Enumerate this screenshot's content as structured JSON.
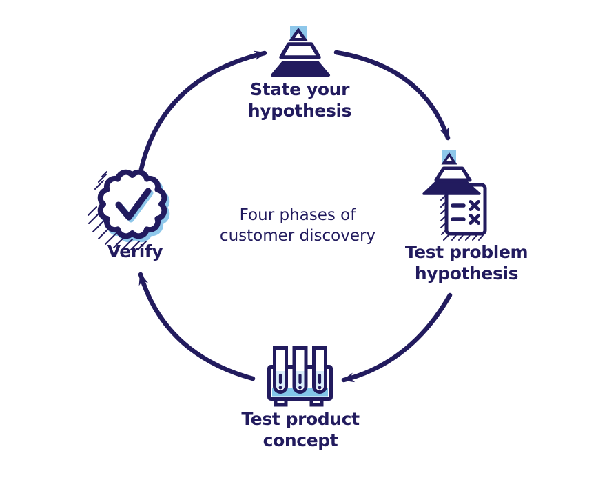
{
  "diagram": {
    "center_text": {
      "line1": "Four phases of",
      "line2": "customer discovery"
    },
    "phases": [
      {
        "name": "state-hypothesis",
        "label": {
          "line1": "State your",
          "line2": "hypothesis"
        },
        "icon": "pyramid-icon",
        "position": "top"
      },
      {
        "name": "test-problem-hypothesis",
        "label": {
          "line1": "Test problem",
          "line2": "hypothesis"
        },
        "icon": "pyramid-checklist-icon",
        "position": "right"
      },
      {
        "name": "test-product-concept",
        "label": {
          "line1": "Test product",
          "line2": "concept"
        },
        "icon": "test-tubes-icon",
        "position": "bottom"
      },
      {
        "name": "verify",
        "label": {
          "line1": "Verify",
          "line2": ""
        },
        "icon": "check-badge-icon",
        "position": "left"
      }
    ],
    "flow": [
      {
        "from": "verify",
        "to": "state-hypothesis"
      },
      {
        "from": "state-hypothesis",
        "to": "test-problem-hypothesis"
      },
      {
        "from": "test-problem-hypothesis",
        "to": "test-product-concept"
      },
      {
        "from": "test-product-concept",
        "to": "verify"
      }
    ],
    "colors": {
      "navy": "#221b5e",
      "light_blue": "#8ec7ea",
      "band_blue": "#82c5e8",
      "pale_blue": "#d9ecf8",
      "background": "#ffffff"
    }
  }
}
